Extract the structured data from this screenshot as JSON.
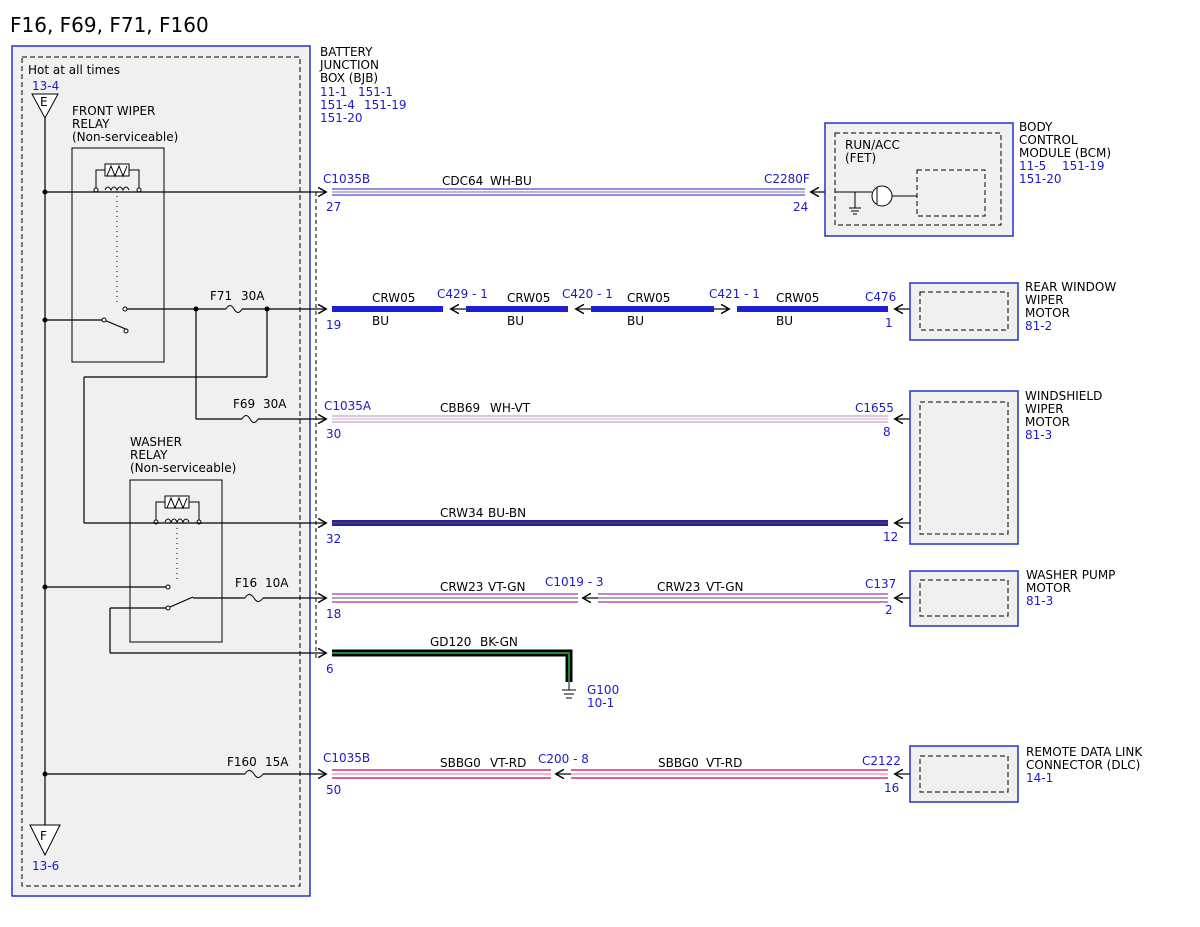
{
  "title": "F16, F69, F71, F160",
  "bjb": {
    "name": [
      "BATTERY",
      "JUNCTION",
      "BOX (BJB)"
    ],
    "refs": [
      "11-1",
      "151-1",
      "151-4",
      "151-19",
      "151-20"
    ],
    "hot": "Hot at all times",
    "top_ref": "13-4",
    "top_letter": "E",
    "bot_ref": "13-6",
    "bot_letter": "F"
  },
  "front_relay": {
    "line1": "FRONT WIPER",
    "line2": "RELAY",
    "line3": "(Non-serviceable)"
  },
  "washer_relay": {
    "line1": "WASHER",
    "line2": "RELAY",
    "line3": "(Non-serviceable)"
  },
  "fuses": [
    {
      "name": "F71",
      "rating": "30A"
    },
    {
      "name": "F69",
      "rating": "30A"
    },
    {
      "name": "F16",
      "rating": "10A"
    },
    {
      "name": "F160",
      "rating": "15A"
    }
  ],
  "bcm": {
    "name": [
      "BODY",
      "CONTROL",
      "MODULE (BCM)"
    ],
    "refs": [
      "11-5",
      "151-19",
      "151-20"
    ],
    "inner": [
      "RUN/ACC",
      "(FET)"
    ]
  },
  "rear_motor": {
    "name": [
      "REAR WINDOW",
      "WIPER",
      "MOTOR"
    ],
    "ref": "81-2"
  },
  "ws_motor": {
    "name": [
      "WINDSHIELD",
      "WIPER",
      "MOTOR"
    ],
    "ref": "81-3"
  },
  "pump": {
    "name": [
      "WASHER PUMP",
      "MOTOR"
    ],
    "ref": "81-3"
  },
  "dlc": {
    "name": [
      "REMOTE DATA LINK",
      "CONNECTOR (DLC)"
    ],
    "ref": "14-1"
  },
  "ground": {
    "name": "G100",
    "ref": "10-1"
  },
  "circuits": {
    "cdc64": {
      "conn_l": "C1035B",
      "pin_l": "27",
      "wire": "CDC64",
      "color": "WH-BU",
      "conn_r": "C2280F",
      "pin_r": "24"
    },
    "crw05": {
      "pin_l": "19",
      "segments": [
        {
          "wire": "CRW05",
          "color": "BU"
        },
        {
          "wire": "CRW05",
          "color": "BU"
        },
        {
          "wire": "CRW05",
          "color": "BU"
        },
        {
          "wire": "CRW05",
          "color": "BU"
        }
      ],
      "inline": [
        "C429 - 1",
        "C420 - 1",
        "C421 - 1"
      ],
      "conn_r": "C476",
      "pin_r": "1"
    },
    "cbb69": {
      "conn_l": "C1035A",
      "pin_l": "30",
      "wire": "CBB69",
      "color": "WH-VT",
      "conn_r": "C1655",
      "pin_r": "8"
    },
    "crw34": {
      "pin_l": "32",
      "wire": "CRW34",
      "color": "BU-BN",
      "pin_r": "12"
    },
    "crw23": {
      "pin_l": "18",
      "wire1": "CRW23",
      "color1": "VT-GN",
      "inline": "C1019 - 3",
      "wire2": "CRW23",
      "color2": "VT-GN",
      "conn_r": "C137",
      "pin_r": "2"
    },
    "gd120": {
      "pin_l": "6",
      "wire": "GD120",
      "color": "BK-GN"
    },
    "sbbg0": {
      "conn_l": "C1035B",
      "pin_l": "50",
      "wire1": "SBBG0",
      "color1": "VT-RD",
      "inline": "C200 - 8",
      "wire2": "SBBG0",
      "color2": "VT-RD",
      "conn_r": "C2122",
      "pin_r": "16"
    }
  },
  "colors": {
    "blue": "#1e1ed2",
    "dark_blue": "#22229a",
    "green": "#1f8a2a",
    "pink": "#f08aa8",
    "violet": "#c87fd0",
    "box_border": "#2233cc"
  }
}
